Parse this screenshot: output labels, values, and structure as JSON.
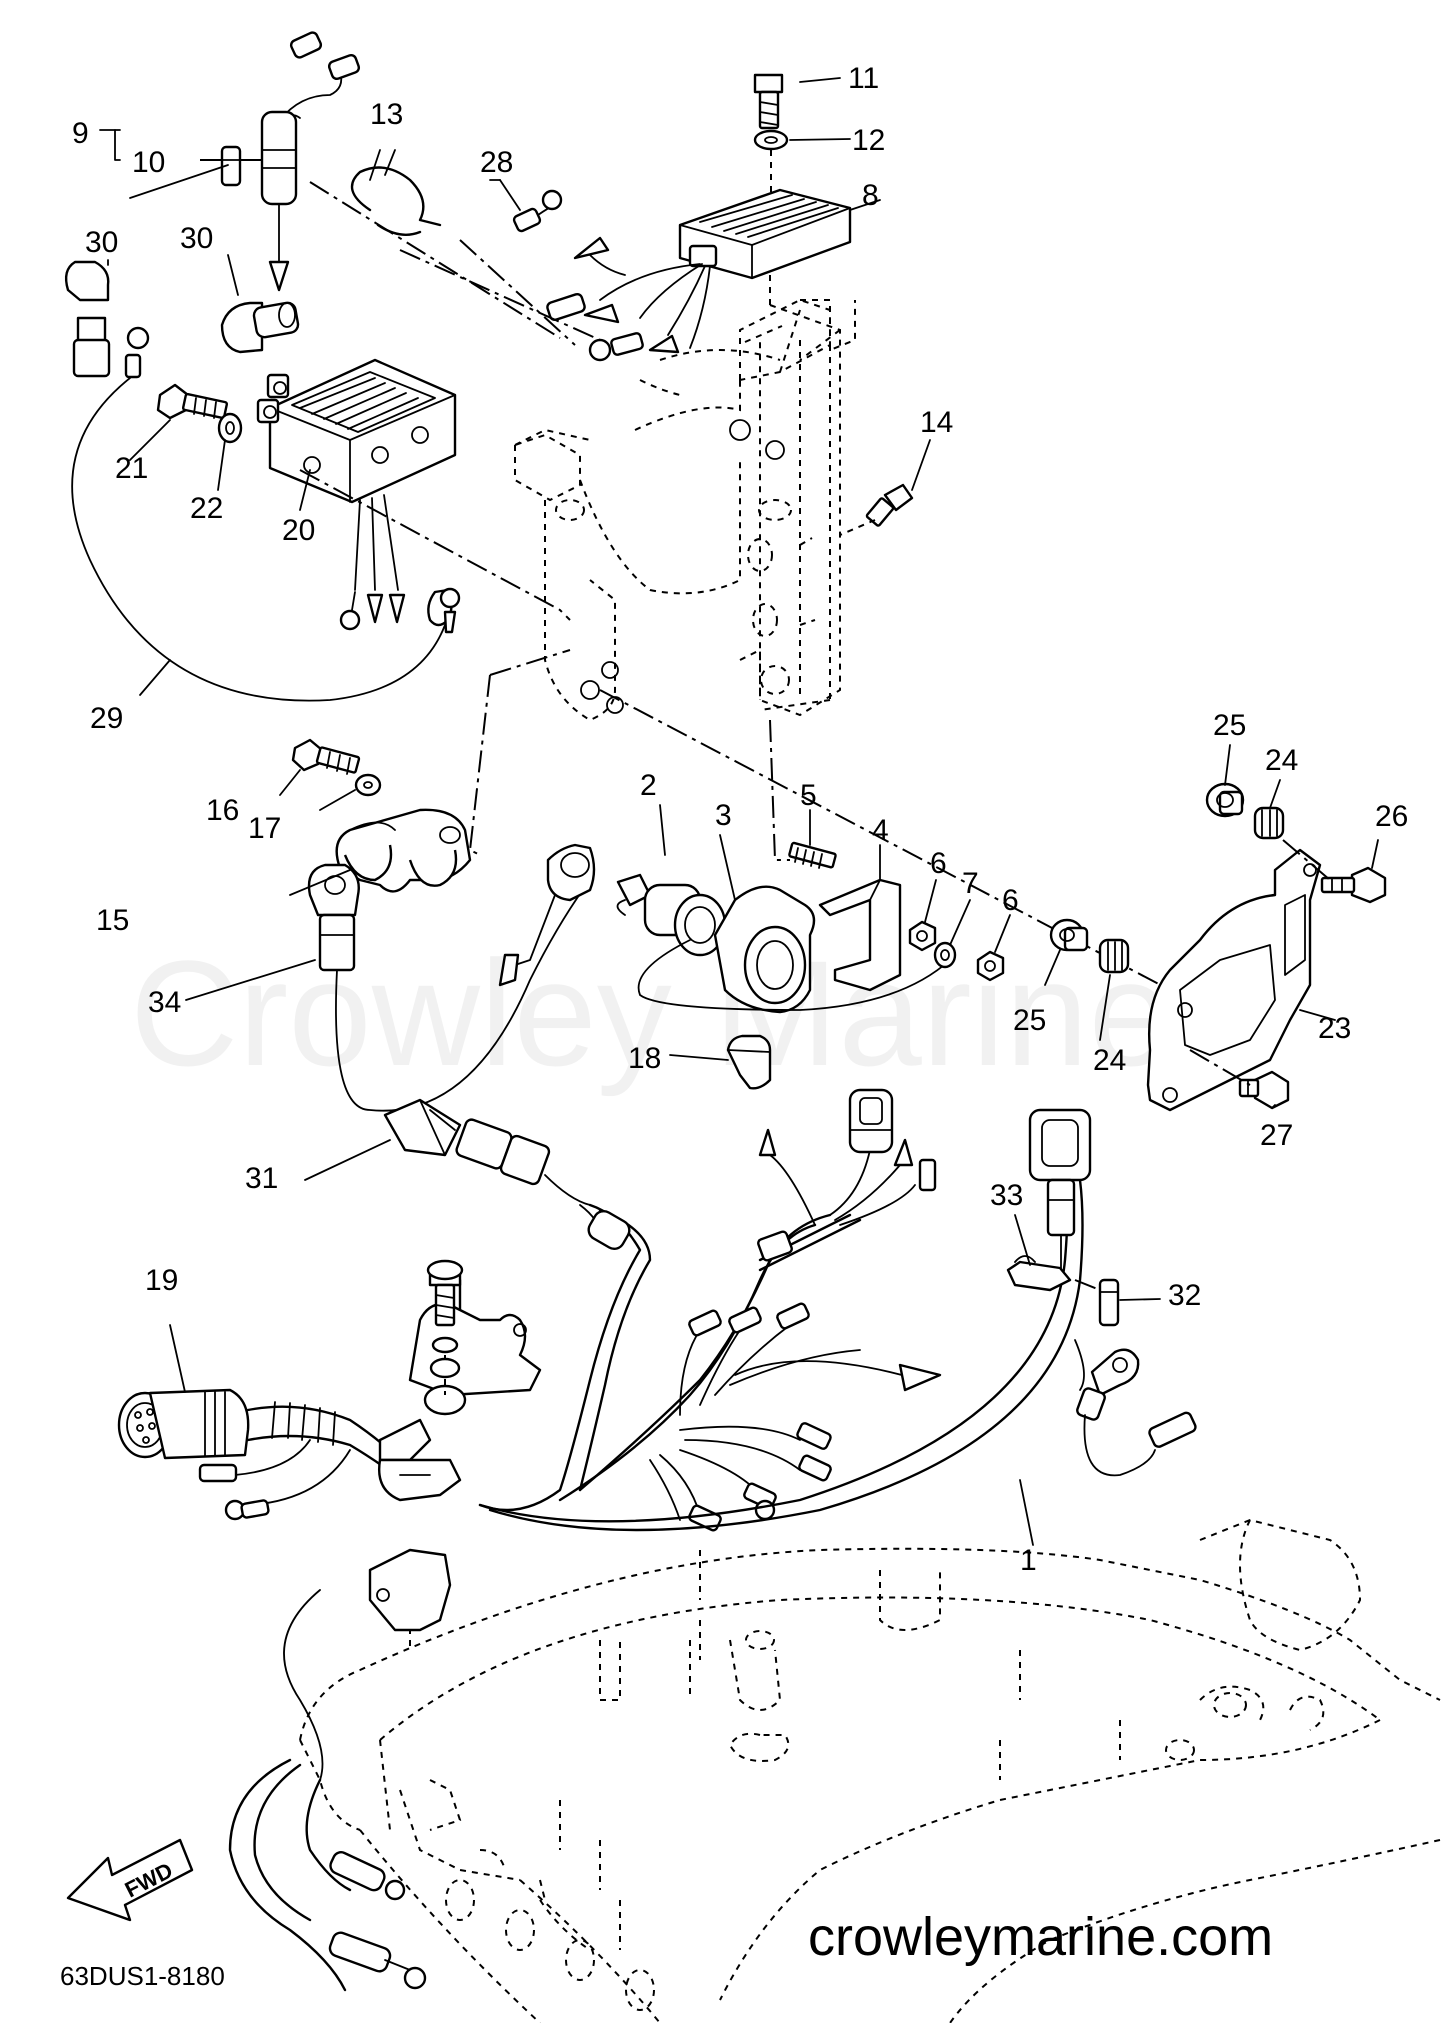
{
  "drawing": {
    "code": "63DUS1-8180",
    "website": "crowleymarine.com",
    "watermark": "Crowley Marine",
    "direction_label": "FWD"
  },
  "callouts": [
    {
      "id": "c1",
      "label": "1"
    },
    {
      "id": "c2",
      "label": "2"
    },
    {
      "id": "c3",
      "label": "3"
    },
    {
      "id": "c4",
      "label": "4"
    },
    {
      "id": "c5",
      "label": "5"
    },
    {
      "id": "c6a",
      "label": "6"
    },
    {
      "id": "c6b",
      "label": "6"
    },
    {
      "id": "c7",
      "label": "7"
    },
    {
      "id": "c8",
      "label": "8"
    },
    {
      "id": "c9",
      "label": "9"
    },
    {
      "id": "c10",
      "label": "10"
    },
    {
      "id": "c11",
      "label": "11"
    },
    {
      "id": "c12",
      "label": "12"
    },
    {
      "id": "c13",
      "label": "13"
    },
    {
      "id": "c14",
      "label": "14"
    },
    {
      "id": "c15",
      "label": "15"
    },
    {
      "id": "c16",
      "label": "16"
    },
    {
      "id": "c17",
      "label": "17"
    },
    {
      "id": "c18",
      "label": "18"
    },
    {
      "id": "c19",
      "label": "19"
    },
    {
      "id": "c20",
      "label": "20"
    },
    {
      "id": "c21",
      "label": "21"
    },
    {
      "id": "c22",
      "label": "22"
    },
    {
      "id": "c23",
      "label": "23"
    },
    {
      "id": "c24a",
      "label": "24"
    },
    {
      "id": "c24b",
      "label": "24"
    },
    {
      "id": "c25a",
      "label": "25"
    },
    {
      "id": "c25b",
      "label": "25"
    },
    {
      "id": "c26",
      "label": "26"
    },
    {
      "id": "c27",
      "label": "27"
    },
    {
      "id": "c28",
      "label": "28"
    },
    {
      "id": "c29",
      "label": "29"
    },
    {
      "id": "c30a",
      "label": "30"
    },
    {
      "id": "c30b",
      "label": "30"
    },
    {
      "id": "c31",
      "label": "31"
    },
    {
      "id": "c32",
      "label": "32"
    },
    {
      "id": "c33",
      "label": "33"
    },
    {
      "id": "c34",
      "label": "34"
    }
  ]
}
